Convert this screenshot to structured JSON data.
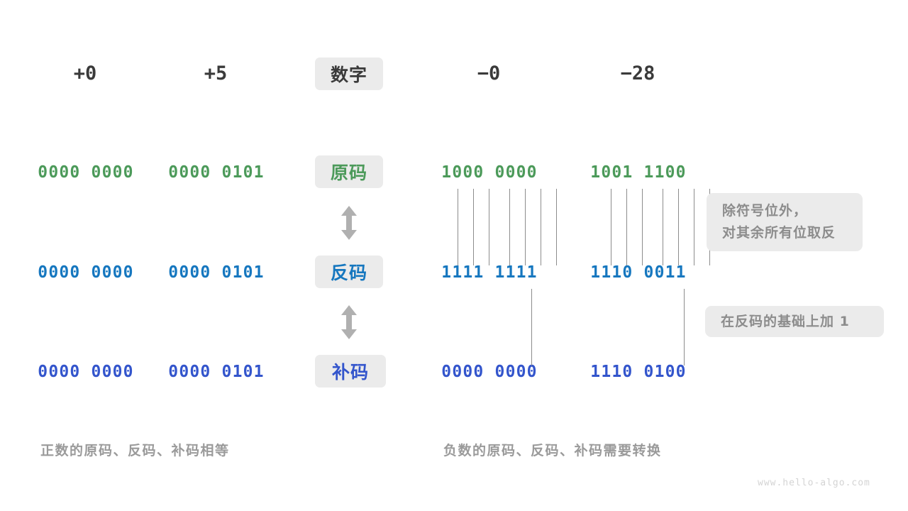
{
  "diagram": {
    "title": "Sign-magnitude, ones complement and twos complement representation",
    "watermark": "www.hello-algo.com",
    "colors": {
      "sign_magnitude": "#4c9a5a",
      "ones_complement": "#1677bf",
      "twos_complement": "#3355cc",
      "chip_background": "#ebebeb",
      "note_text": "#8c8c8c",
      "connector": "#8c8c8c",
      "header_text": "#3a3a3a",
      "caption_text": "#9a9a9a",
      "watermark_text": "#d4d4d4"
    },
    "row_labels": [
      {
        "label": "数字",
        "color_key": "dark"
      },
      {
        "label": "原码",
        "color_key": "green"
      },
      {
        "label": "反码",
        "color_key": "blue"
      },
      {
        "label": "补码",
        "color_key": "indigo"
      }
    ],
    "columns": [
      {
        "number": "+0",
        "sign_magnitude": "0000 0000",
        "ones_complement": "0000 0000",
        "twos_complement": "0000 0000",
        "negative": false
      },
      {
        "number": "+5",
        "sign_magnitude": "0000 0101",
        "ones_complement": "0000 0101",
        "twos_complement": "0000 0101",
        "negative": false
      },
      {
        "number": "−0",
        "sign_magnitude": "1000 0000",
        "ones_complement": "1111 1111",
        "twos_complement": "0000 0000",
        "negative": true
      },
      {
        "number": "−28",
        "sign_magnitude": "1001 1100",
        "ones_complement": "1110 0011",
        "twos_complement": "1110 0100",
        "negative": true
      }
    ],
    "notes": [
      {
        "lines": [
          "除符号位外，",
          "对其余所有位取反"
        ]
      },
      {
        "lines": [
          "在反码的基础上加 1"
        ]
      }
    ],
    "captions": [
      "正数的原码、反码、补码相等",
      "负数的原码、反码、补码需要转换"
    ],
    "arrows": [
      {
        "name": "arrow-sign-to-ones"
      },
      {
        "name": "arrow-ones-to-twos"
      }
    ]
  }
}
